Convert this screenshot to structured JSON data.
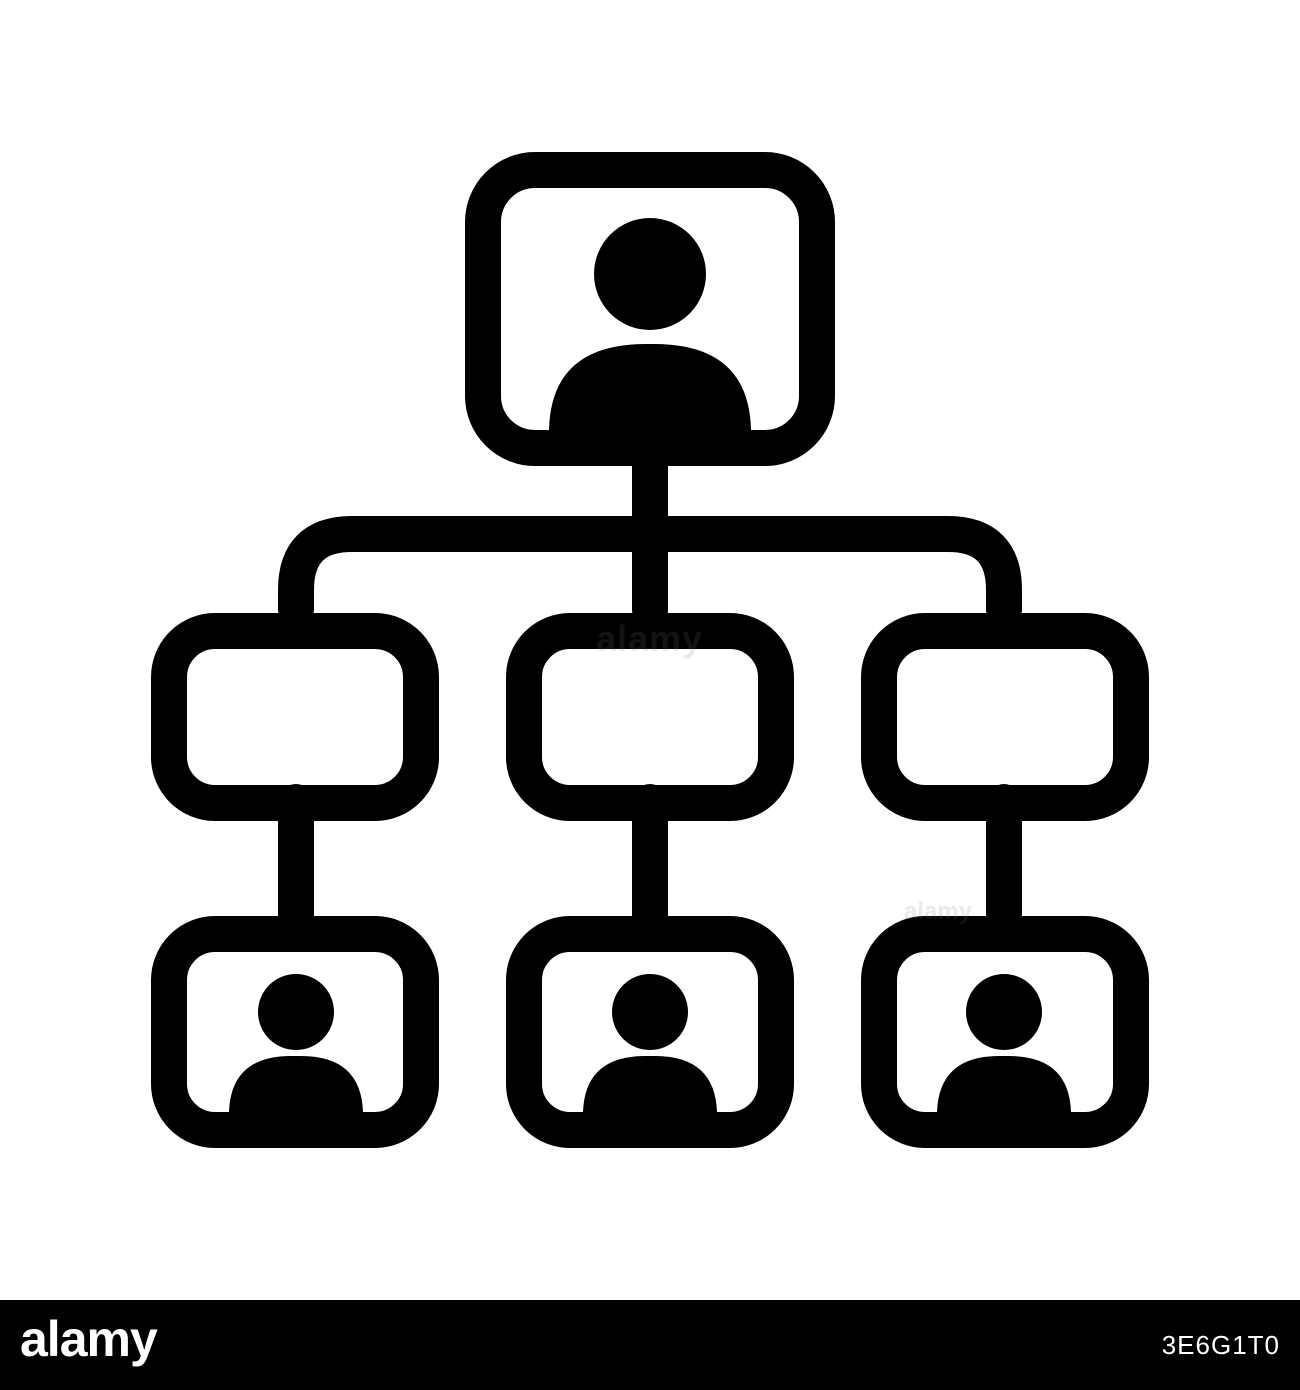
{
  "diagram": {
    "kind": "org-chart-icon",
    "stroke_color": "#000000",
    "background_color": "#ffffff",
    "nodes": [
      {
        "id": "root",
        "level": 0,
        "has_person": true
      },
      {
        "id": "mid-left",
        "level": 1,
        "has_person": false
      },
      {
        "id": "mid-center",
        "level": 1,
        "has_person": false
      },
      {
        "id": "mid-right",
        "level": 1,
        "has_person": false
      },
      {
        "id": "leaf-left",
        "level": 2,
        "has_person": true
      },
      {
        "id": "leaf-center",
        "level": 2,
        "has_person": true
      },
      {
        "id": "leaf-right",
        "level": 2,
        "has_person": true
      }
    ],
    "edges": [
      {
        "from": "root",
        "to": "mid-left"
      },
      {
        "from": "root",
        "to": "mid-center"
      },
      {
        "from": "root",
        "to": "mid-right"
      },
      {
        "from": "mid-left",
        "to": "leaf-left"
      },
      {
        "from": "mid-center",
        "to": "leaf-center"
      },
      {
        "from": "mid-right",
        "to": "leaf-right"
      }
    ]
  },
  "watermark": {
    "text": "alamy",
    "color": "rgba(120,120,120,0.16)"
  },
  "footer": {
    "logo": "alamy",
    "image_id": "3E6G1T0",
    "background_color": "#000000",
    "text_color": "#ffffff"
  }
}
